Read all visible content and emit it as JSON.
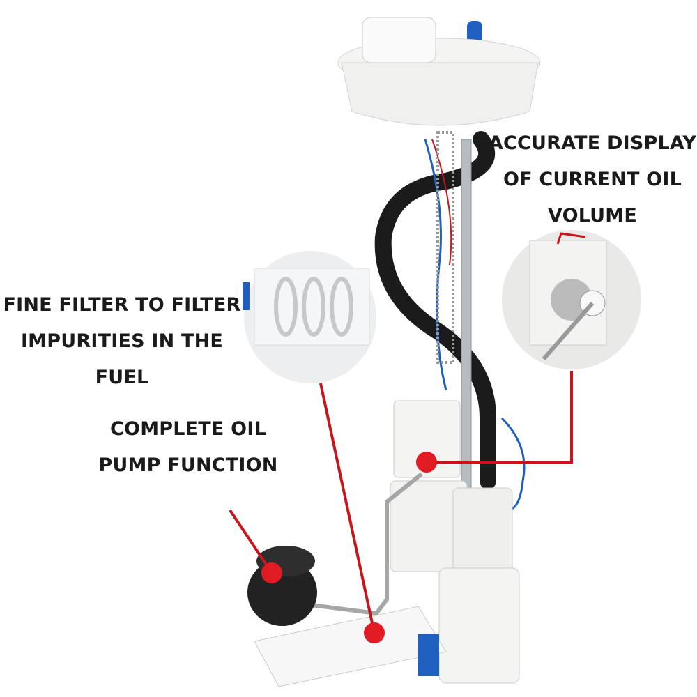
{
  "annotations": {
    "display": {
      "line1": "ACCURATE DISPLAY",
      "line2": "OF CURRENT OIL",
      "line3": "VOLUME"
    },
    "filter": {
      "line1": "FINE FILTER TO FILTER",
      "line2": "IMPURITIES IN THE FUEL"
    },
    "pump": {
      "line1": "COMPLETE OIL",
      "line2": "PUMP FUNCTION"
    }
  },
  "colors": {
    "marker": "#e01b24",
    "connector": "#c8151c",
    "accent_blue": "#1f5fbf",
    "hose": "#1b1b1b",
    "plastic": "#f2f2f0"
  }
}
